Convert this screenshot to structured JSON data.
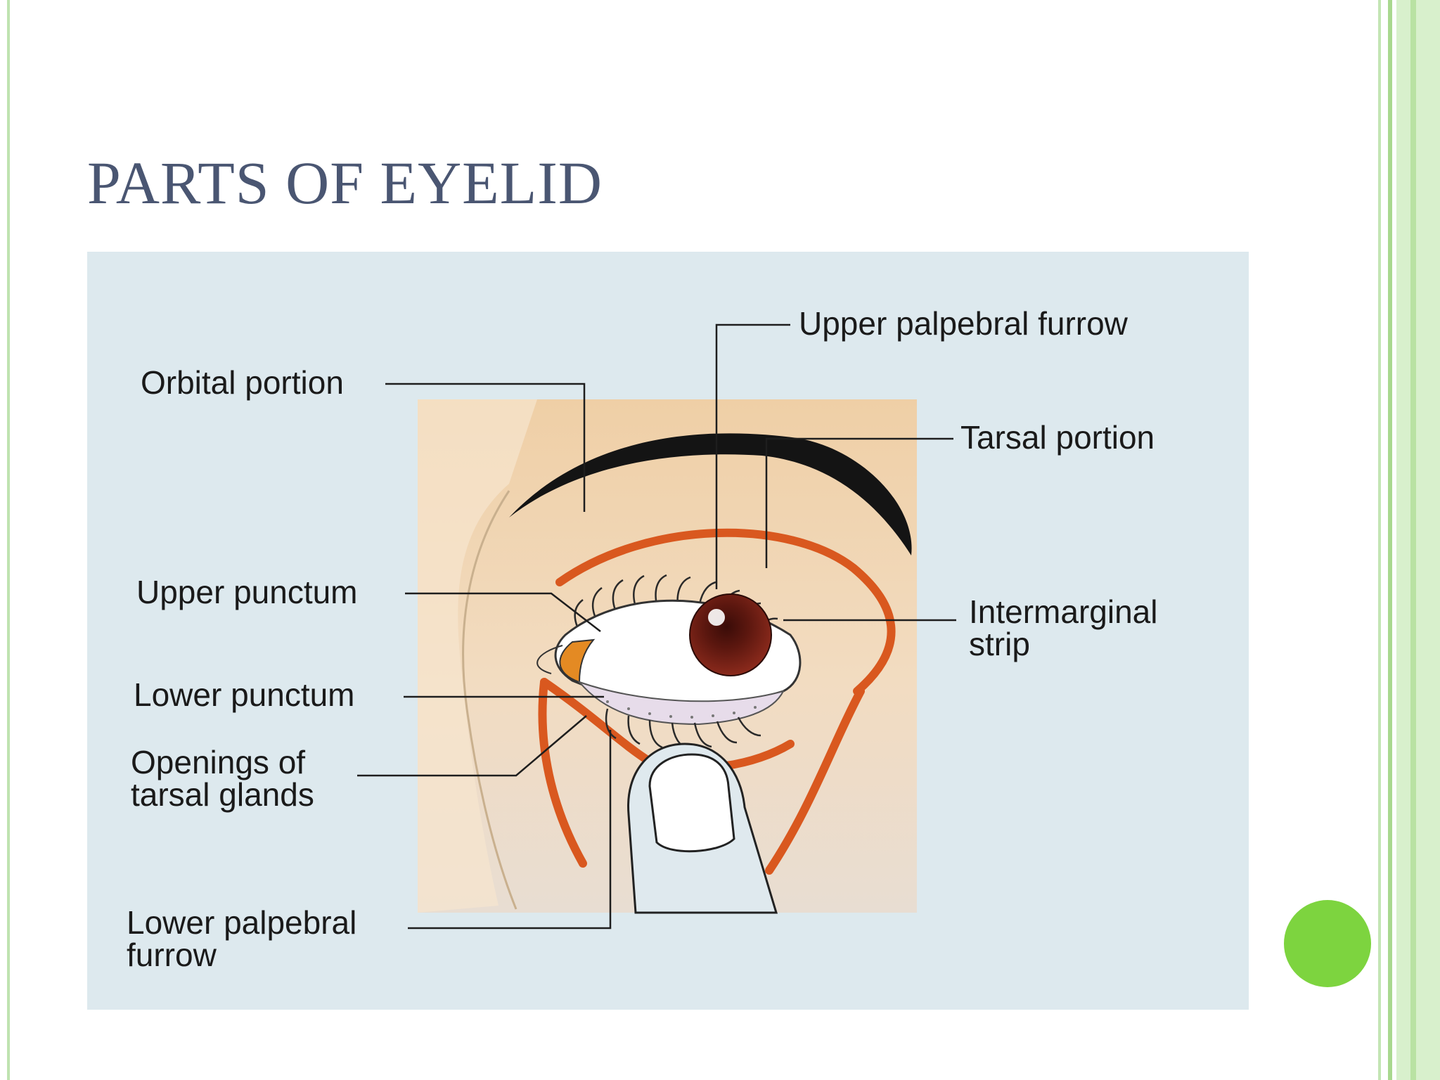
{
  "slide": {
    "title": "PARTS OF EYELID"
  },
  "diagram": {
    "labels": {
      "upper_palpebral_furrow": "Upper palpebral furrow",
      "orbital_portion": "Orbital portion",
      "tarsal_portion": "Tarsal portion",
      "upper_punctum": "Upper punctum",
      "intermarginal_strip_line1": "Intermarginal",
      "intermarginal_strip_line2": "strip",
      "lower_punctum": "Lower punctum",
      "openings_line1": "Openings of",
      "openings_line2": "tarsal glands",
      "lower_palpebral_furrow_line1": "Lower palpebral",
      "lower_palpebral_furrow_line2": "furrow"
    }
  },
  "colors": {
    "title": "#4a5672",
    "figure_background": "#dde9ee",
    "skin": "#f0d2ad",
    "furrow": "#d9581f",
    "iris": "#6a1a12",
    "accent_dot": "#7dd43f",
    "frame_green": "#b9e2a3"
  }
}
